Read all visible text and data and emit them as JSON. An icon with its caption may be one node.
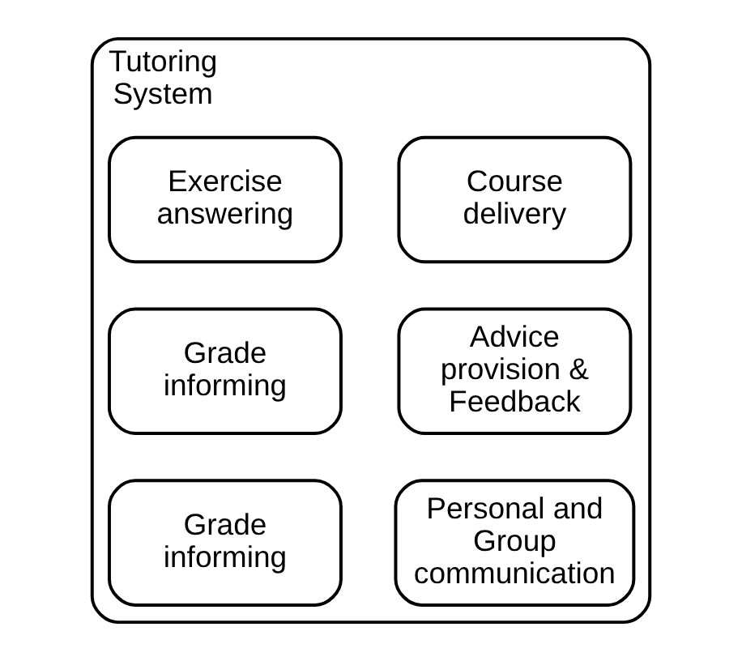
{
  "diagram": {
    "nodes": [
      {
        "text": [
          "Tutoring System"
        ]
      },
      {
        "text": [
          "Course delivery"
        ],
        "in": 0
      },
      {
        "text": [
          "Exercise answering"
        ],
        "in": 0
      },
      {
        "text": [
          "Advice provision & Feedback"
        ],
        "in": 0
      },
      {
        "text": [
          "Grade informing"
        ],
        "in": 0
      },
      {
        "text": [
          "Personal and Group communication"
        ],
        "in": 0
      },
      {
        "text": [
          "Grade informing"
        ],
        "in": 0
      }
    ],
    "edges": []
  }
}
